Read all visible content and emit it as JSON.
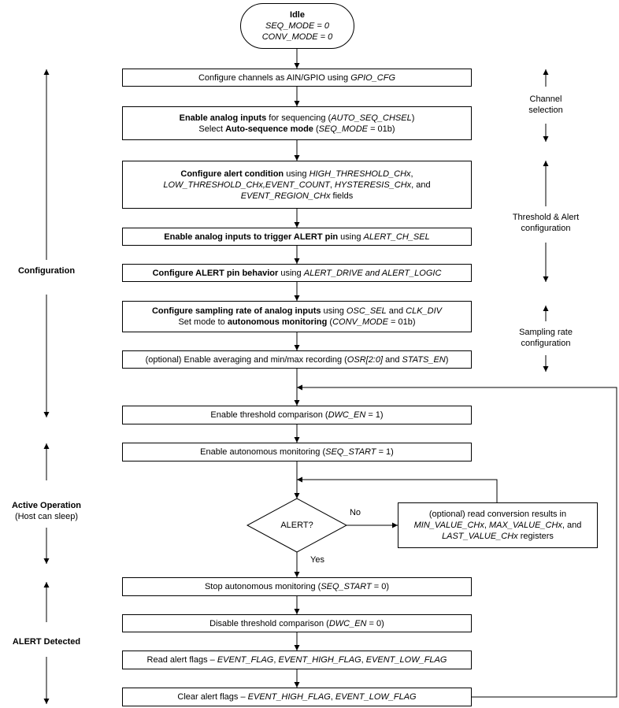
{
  "idle": {
    "title": "Idle",
    "line1": "SEQ_MODE = 0",
    "line2": "CONV_MODE = 0"
  },
  "steps": {
    "s1": [
      {
        "t": "Configure channels as AIN/GPIO using "
      },
      {
        "t": "GPIO_CFG",
        "i": true
      }
    ],
    "s2a": [
      {
        "t": "Enable analog inputs",
        "b": true
      },
      {
        "t": " for sequencing ("
      },
      {
        "t": "AUTO_SEQ_CHSEL",
        "i": true
      },
      {
        "t": ")"
      }
    ],
    "s2b": [
      {
        "t": "Select "
      },
      {
        "t": "Auto-sequence mode",
        "b": true
      },
      {
        "t": " ("
      },
      {
        "t": "SEQ_MODE",
        "i": true
      },
      {
        "t": " = 01b)"
      }
    ],
    "s3a": [
      {
        "t": "Configure alert condition",
        "b": true
      },
      {
        "t": " using "
      },
      {
        "t": "HIGH_THRESHOLD_CHx",
        "i": true
      },
      {
        "t": ","
      }
    ],
    "s3b": [
      {
        "t": "LOW_THRESHOLD_CHx,EVENT_COUNT",
        "i": true
      },
      {
        "t": ", "
      },
      {
        "t": "HYSTERESIS_CHx",
        "i": true
      },
      {
        "t": ", and"
      }
    ],
    "s3c": [
      {
        "t": "EVENT_REGION_CHx",
        "i": true
      },
      {
        "t": " fields"
      }
    ],
    "s4": [
      {
        "t": "Enable analog inputs to trigger ALERT pin",
        "b": true
      },
      {
        "t": " using "
      },
      {
        "t": "ALERT_CH_SEL",
        "i": true
      }
    ],
    "s5": [
      {
        "t": "Configure ALERT pin behavior",
        "b": true
      },
      {
        "t": " using "
      },
      {
        "t": "ALERT_DRIVE and ALERT_LOGIC",
        "i": true
      }
    ],
    "s6a": [
      {
        "t": "Configure sampling rate of analog inputs",
        "b": true
      },
      {
        "t": " using "
      },
      {
        "t": "OSC_SEL",
        "i": true
      },
      {
        "t": " and "
      },
      {
        "t": "CLK_DIV",
        "i": true
      }
    ],
    "s6b": [
      {
        "t": "Set mode to "
      },
      {
        "t": "autonomous monitoring",
        "b": true
      },
      {
        "t": " ("
      },
      {
        "t": "CONV_MODE",
        "i": true
      },
      {
        "t": " = 01b)"
      }
    ],
    "s7": [
      {
        "t": "(optional) Enable averaging and min/max recording ("
      },
      {
        "t": "OSR[2:0]",
        "i": true
      },
      {
        "t": " and "
      },
      {
        "t": "STATS_EN",
        "i": true
      },
      {
        "t": ")"
      }
    ],
    "s8": [
      {
        "t": "Enable threshold comparison ("
      },
      {
        "t": "DWC_EN",
        "i": true
      },
      {
        "t": " = 1)"
      }
    ],
    "s9": [
      {
        "t": "Enable autonomous monitoring ("
      },
      {
        "t": "SEQ_START",
        "i": true
      },
      {
        "t": " = 1)"
      }
    ],
    "s10a": [
      {
        "t": "(optional) read conversion results in"
      }
    ],
    "s10b": [
      {
        "t": "MIN_VALUE_CHx",
        "i": true
      },
      {
        "t": ", "
      },
      {
        "t": "MAX_VALUE_CHx",
        "i": true
      },
      {
        "t": ", and"
      }
    ],
    "s10c": [
      {
        "t": "LAST_VALUE_CHx",
        "i": true
      },
      {
        "t": " registers"
      }
    ],
    "s11": [
      {
        "t": "Stop autonomous monitoring ("
      },
      {
        "t": "SEQ_START",
        "i": true
      },
      {
        "t": " = 0)"
      }
    ],
    "s12": [
      {
        "t": "Disable threshold comparison ("
      },
      {
        "t": "DWC_EN",
        "i": true
      },
      {
        "t": " = 0)"
      }
    ],
    "s13": [
      {
        "t": "Read alert flags – "
      },
      {
        "t": "EVENT_FLAG",
        "i": true
      },
      {
        "t": ", "
      },
      {
        "t": "EVENT_HIGH_FLAG",
        "i": true
      },
      {
        "t": ", "
      },
      {
        "t": "EVENT_LOW_FLAG",
        "i": true
      }
    ],
    "s14": [
      {
        "t": "Clear alert flags – "
      },
      {
        "t": "EVENT_HIGH_FLAG",
        "i": true
      },
      {
        "t": ", "
      },
      {
        "t": "EVENT_LOW_FLAG",
        "i": true
      }
    ]
  },
  "decision": {
    "label": "ALERT?",
    "no": "No",
    "yes": "Yes"
  },
  "phases": {
    "configuration": "Configuration",
    "active_line1": "Active Operation",
    "active_line2": "(Host can sleep)",
    "alert_detected": "ALERT Detected"
  },
  "groups": {
    "channel_1": "Channel",
    "channel_2": "selection",
    "threshold_1": "Threshold & Alert",
    "threshold_2": "configuration",
    "sampling_1": "Sampling rate",
    "sampling_2": "configuration"
  }
}
